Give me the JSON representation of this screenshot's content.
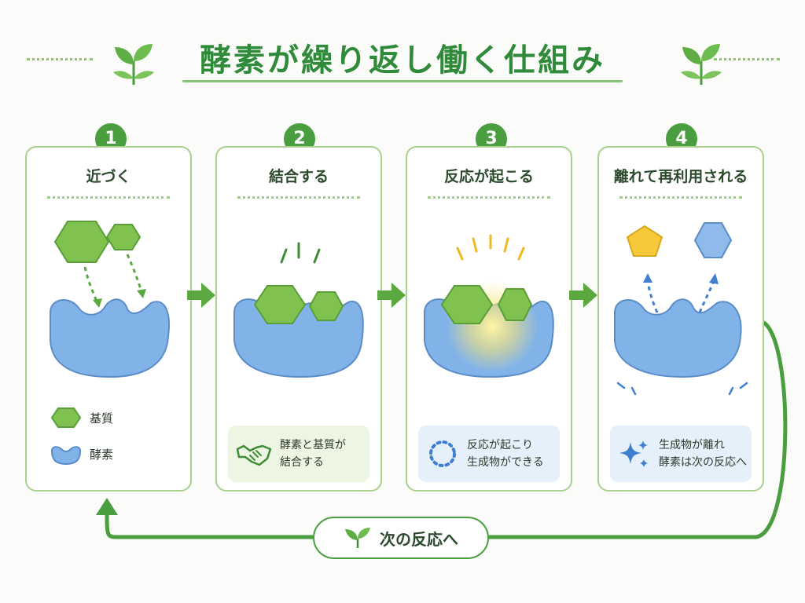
{
  "title": "酵素が繰り返し働く仕組み",
  "steps": [
    {
      "number": "1",
      "label": "近づく"
    },
    {
      "number": "2",
      "label": "結合する",
      "note_line1": "酵素と基質が",
      "note_line2": "結合する"
    },
    {
      "number": "3",
      "label": "反応が起こる",
      "note_line1": "反応が起こり",
      "note_line2": "生成物ができる"
    },
    {
      "number": "4",
      "label": "離れて再利用される",
      "note_line1": "生成物が離れ",
      "note_line2": "酵素は次の反応へ"
    }
  ],
  "legend": {
    "substrate": "基質",
    "enzyme": "酵素"
  },
  "cycle_label": "次の反応へ",
  "colors": {
    "green": "#4a9e40",
    "substrate": "#7fc24f",
    "enzyme": "#7fb0e6",
    "product_yellow": "#f6c93b",
    "product_blue": "#8fbbea"
  },
  "icons": {
    "handshake": "handshake-icon",
    "dots_ring": "dots-ring-icon",
    "sparkle": "sparkle-icon",
    "leaf": "leaf-icon"
  }
}
